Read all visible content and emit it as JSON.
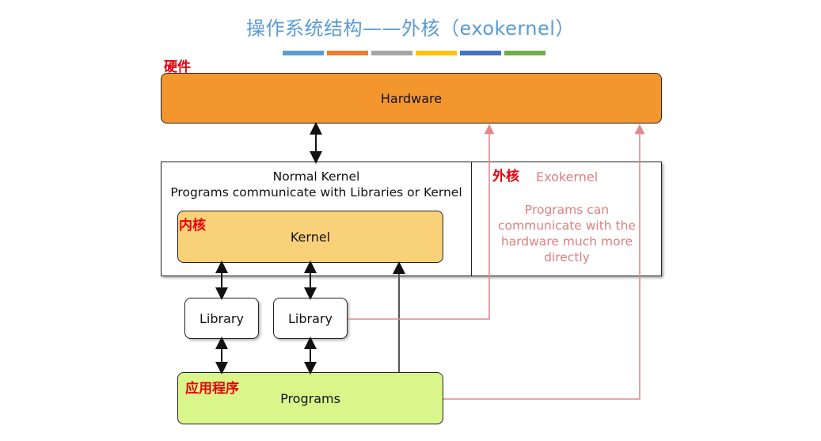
{
  "title": "操作系统结构——外核（exokernel）",
  "color_bars": [
    "#5b9bd5",
    "#ed7d31",
    "#a5a5a5",
    "#ffc000",
    "#4472c4",
    "#70ad47"
  ],
  "labels_cn": {
    "hardware": "硬件",
    "exokernel": "外核",
    "kernel": "内核",
    "programs": "应用程序"
  },
  "hardware": {
    "label": "Hardware"
  },
  "normal_kernel": {
    "line1": "Normal Kernel",
    "line2": "Programs communicate with Libraries or Kernel"
  },
  "exokernel": {
    "title": "Exokernel",
    "desc_line1": "Programs can",
    "desc_line2": "communicate with the",
    "desc_line3": "hardware much more",
    "desc_line4": "directly"
  },
  "kernel": {
    "label": "Kernel"
  },
  "libraries": [
    {
      "label": "Library"
    },
    {
      "label": "Library"
    }
  ],
  "programs": {
    "label": "Programs"
  }
}
